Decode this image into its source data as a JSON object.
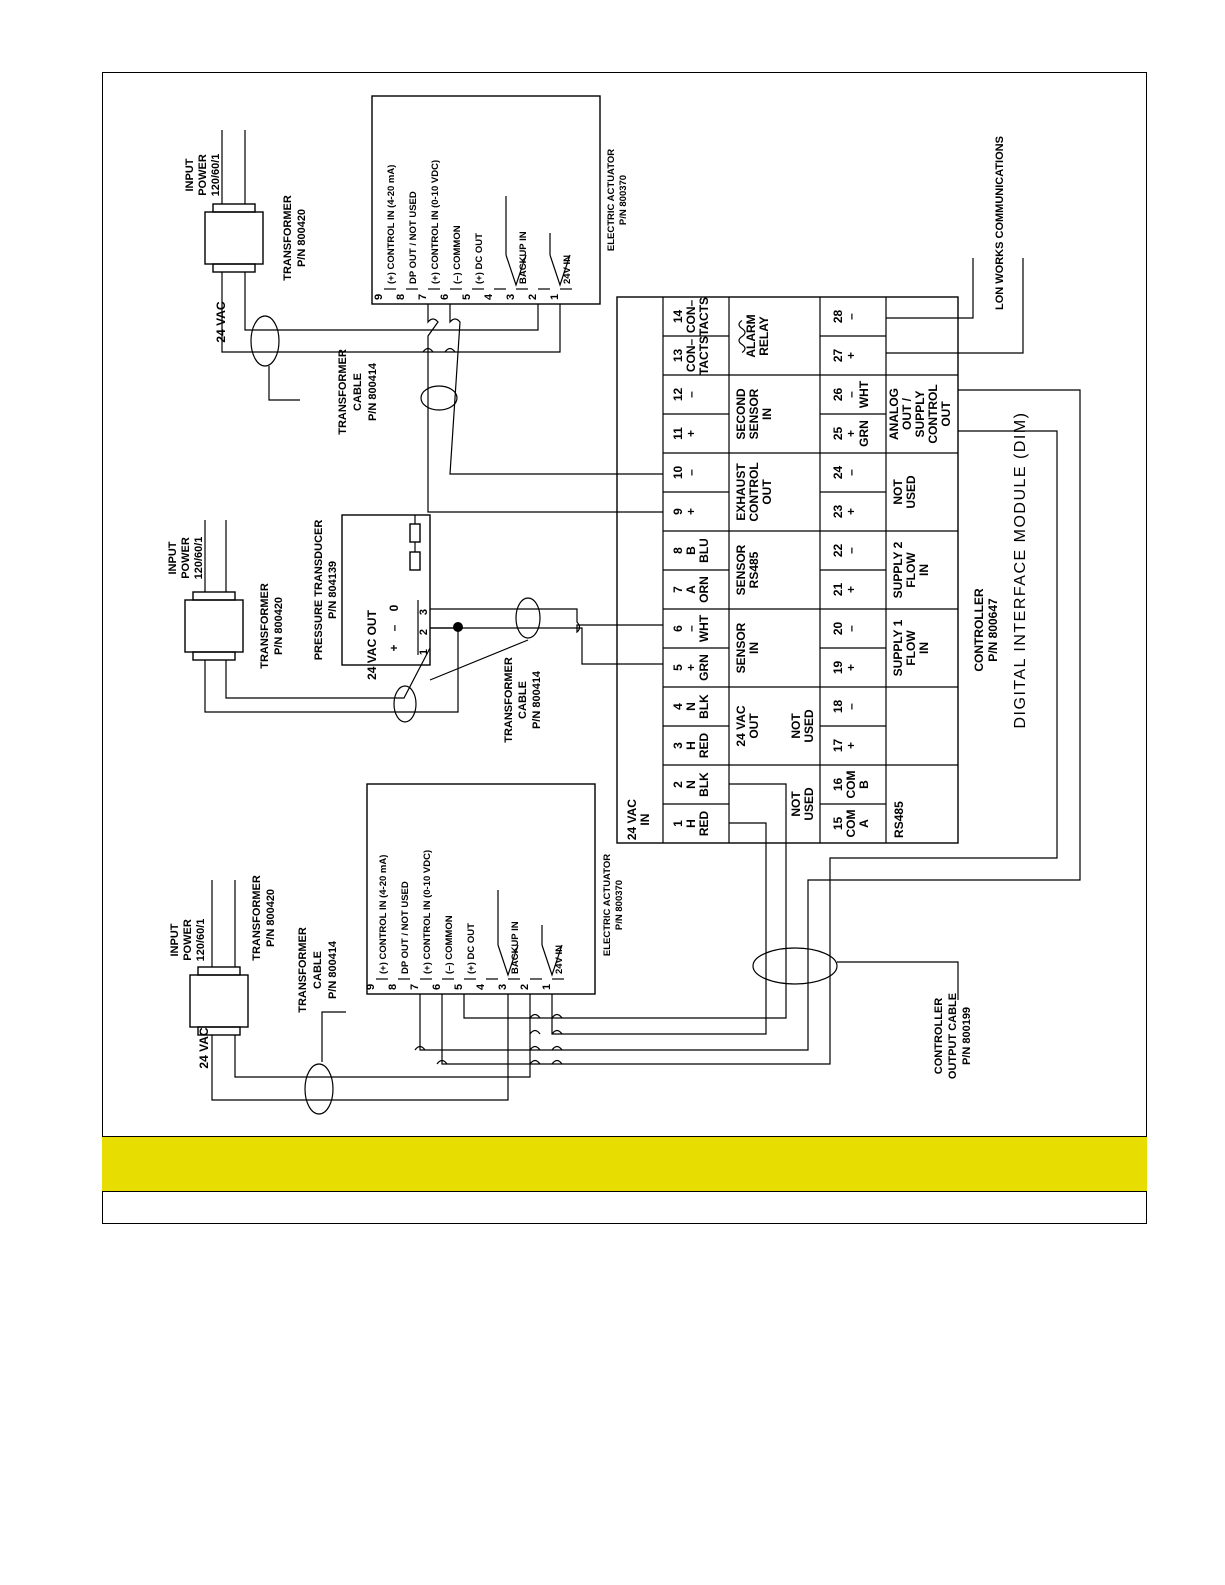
{
  "colors": {
    "caption_bar": "#e8dd00",
    "line": "#000000",
    "background": "#ffffff"
  },
  "caption": "",
  "diagram": {
    "title": "DIGITAL INTERFACE MODULE (DIM)",
    "controller_label": [
      "CONTROLLER",
      "P/N 800647"
    ],
    "lon_works": "LON WORKS COMMUNICATIONS",
    "controller_output_cable": [
      "CONTROLLER",
      "OUTPUT CABLE",
      "P/N 800199"
    ],
    "input_power": [
      "INPUT",
      "POWER",
      "120/60/1"
    ],
    "transformer": [
      "TRANSFORMER",
      "P/N 800420"
    ],
    "transformer_cable": [
      "TRANSFORMER",
      "CABLE",
      "P/N 800414"
    ],
    "vac_24": "24 VAC",
    "pressure_transducer": [
      "PRESSURE TRANSDUCER",
      "P/N 804139"
    ],
    "transducer_terms": {
      "title": "24 VAC OUT",
      "signs": [
        "0",
        "–",
        "+"
      ],
      "nums": [
        "3",
        "2",
        "1"
      ]
    },
    "actuator_label": [
      "ELECTRIC ACTUATOR",
      "P/N 800370"
    ],
    "actuator_terminals": [
      {
        "num": "9",
        "label": "(+) CONTROL IN (4-20 mA)"
      },
      {
        "num": "8",
        "label": "DP OUT / NOT USED"
      },
      {
        "num": "7",
        "label": "(+) CONTROL IN (0-10 VDC)"
      },
      {
        "num": "6",
        "label": "(–) COMMON"
      },
      {
        "num": "5",
        "label": "(+) DC OUT"
      },
      {
        "num": "4",
        "label": ""
      },
      {
        "num": "3",
        "label": "BACKUP IN"
      },
      {
        "num": "2",
        "label": ""
      },
      {
        "num": "1",
        "label": "24V IN"
      }
    ],
    "top_terminals": [
      {
        "num": "1",
        "l2": "H",
        "l3": "RED"
      },
      {
        "num": "2",
        "l2": "N",
        "l3": "BLK"
      },
      {
        "num": "3",
        "l2": "H",
        "l3": "RED"
      },
      {
        "num": "4",
        "l2": "N",
        "l3": "BLK"
      },
      {
        "num": "5",
        "l2": "+",
        "l3": "GRN"
      },
      {
        "num": "6",
        "l2": "–",
        "l3": "WHT"
      },
      {
        "num": "7",
        "l2": "A",
        "l3": "ORN"
      },
      {
        "num": "8",
        "l2": "B",
        "l3": "BLU"
      },
      {
        "num": "9",
        "l2": "+",
        "l3": ""
      },
      {
        "num": "10",
        "l2": "–",
        "l3": ""
      },
      {
        "num": "11",
        "l2": "+",
        "l3": ""
      },
      {
        "num": "12",
        "l2": "–",
        "l3": ""
      },
      {
        "num": "13",
        "l2": "CON–",
        "l3": "TACTS"
      },
      {
        "num": "14",
        "l2": "CON–",
        "l3": "TACTS"
      }
    ],
    "top_groups": [
      [
        "24 VAC",
        "IN"
      ],
      [
        "24 VAC",
        "OUT"
      ],
      [
        "SENSOR",
        "IN"
      ],
      [
        "SENSOR",
        "RS485"
      ],
      [
        "EXHAUST",
        "CONTROL",
        "OUT"
      ],
      [
        "SECOND",
        "SENSOR",
        "IN"
      ],
      [
        "ALARM",
        "RELAY"
      ]
    ],
    "mid_not_used": [
      [
        "NOT",
        "USED"
      ],
      [
        "NOT",
        "USED"
      ]
    ],
    "bottom_terminals": [
      {
        "num": "15",
        "l2": "COM",
        "l3": "A"
      },
      {
        "num": "16",
        "l2": "COM",
        "l3": "B"
      },
      {
        "num": "17",
        "l2": "+",
        "l3": ""
      },
      {
        "num": "18",
        "l2": "–",
        "l3": ""
      },
      {
        "num": "19",
        "l2": "+",
        "l3": ""
      },
      {
        "num": "20",
        "l2": "–",
        "l3": ""
      },
      {
        "num": "21",
        "l2": "+",
        "l3": ""
      },
      {
        "num": "22",
        "l2": "–",
        "l3": ""
      },
      {
        "num": "23",
        "l2": "+",
        "l3": ""
      },
      {
        "num": "24",
        "l2": "–",
        "l3": ""
      },
      {
        "num": "25",
        "l2": "+",
        "l3": "GRN"
      },
      {
        "num": "26",
        "l2": "–",
        "l3": "WHT"
      },
      {
        "num": "27",
        "l2": "+",
        "l3": ""
      },
      {
        "num": "28",
        "l2": "–",
        "l3": ""
      }
    ],
    "bottom_groups": [
      [
        "RS485"
      ],
      [
        "SUPPLY 1",
        "FLOW",
        "IN"
      ],
      [
        "SUPPLY 2",
        "FLOW",
        "IN"
      ],
      [
        "NOT",
        "USED"
      ],
      [
        "ANALOG",
        "OUT /",
        "SUPPLY",
        "CONTROL",
        "OUT"
      ]
    ]
  }
}
